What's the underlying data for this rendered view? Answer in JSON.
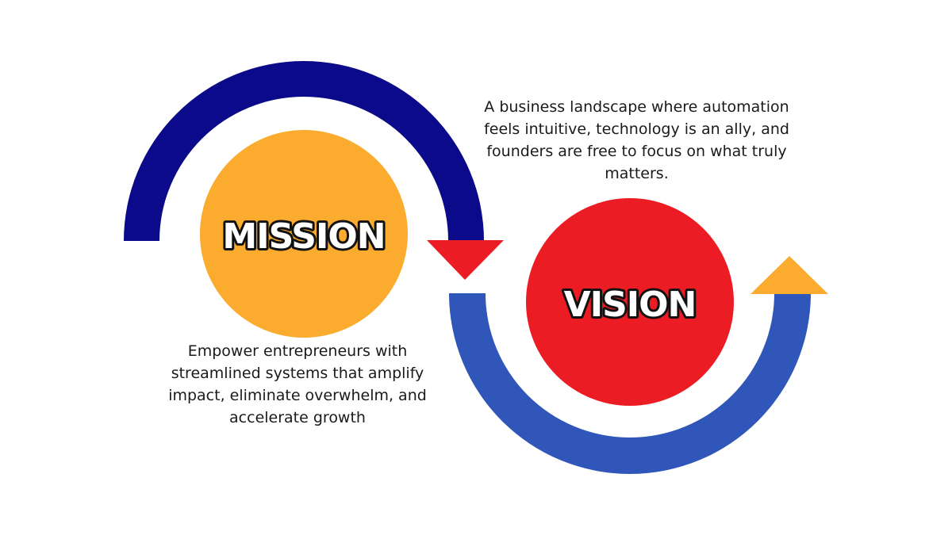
{
  "mission": {
    "label": "MISSION",
    "description": "Empower entrepreneurs with streamlined systems that amplify impact, eliminate overwhelm, and accelerate growth"
  },
  "vision": {
    "label": "VISION",
    "description": "A business landscape where automation feels intuitive, technology is an ally, and founders are free to focus on what truly matters."
  },
  "colors": {
    "top_arc": "#0a0a8a",
    "bottom_arc": "#2f56b8",
    "mission_circle": "#fbab2e",
    "vision_circle": "#ec1c24",
    "down_arrow": "#ec1c24",
    "up_arrow": "#fbab2e"
  }
}
